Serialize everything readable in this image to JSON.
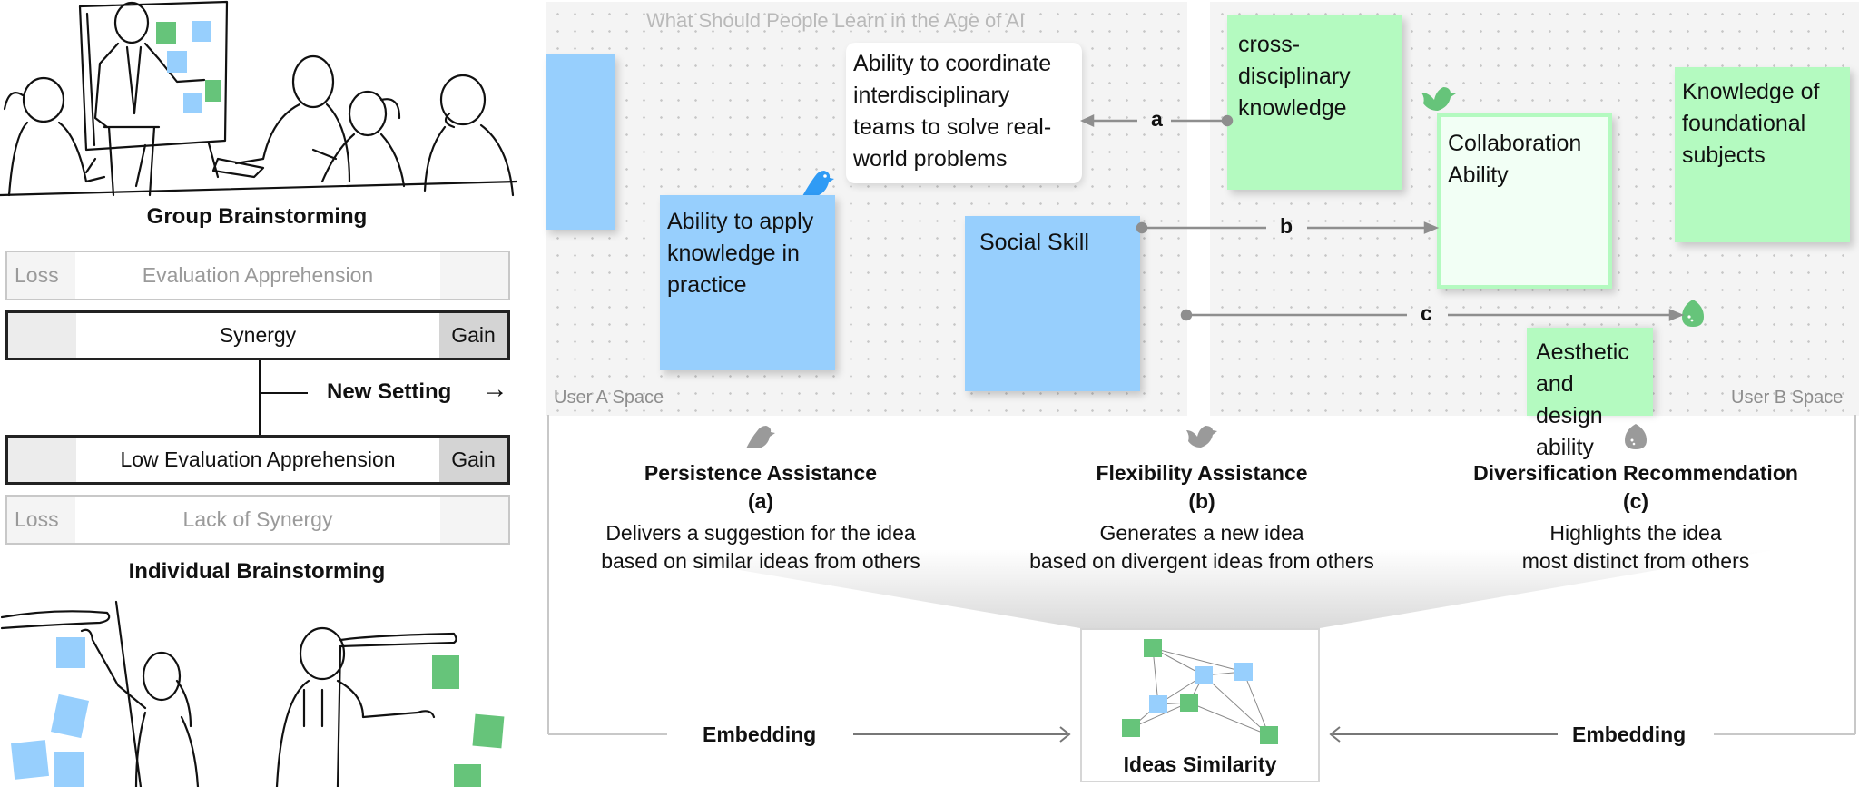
{
  "left_panel": {
    "group_title": "Group Brainstorming",
    "individual_title": "Individual Brainstorming",
    "new_setting": "New Setting",
    "arrow_glyph": "→",
    "bars": [
      {
        "left": "Loss",
        "middle": "Evaluation Apprehension",
        "right": "",
        "style": "faded"
      },
      {
        "left": "",
        "middle": "Synergy",
        "right": "Gain",
        "style": "strong"
      },
      {
        "left": "",
        "middle": "Low Evaluation Apprehension",
        "right": "Gain",
        "style": "strong"
      },
      {
        "left": "Loss",
        "middle": "Lack of Synergy",
        "right": "",
        "style": "faded"
      }
    ],
    "sticky_colors": {
      "blue": "#97cffd",
      "green": "#66c47a"
    }
  },
  "canvas": {
    "board_title": "What Should People Learn in the Age of AI",
    "user_a_label": "User A Space",
    "user_b_label": "User B Space",
    "notes": {
      "apply": "Ability to apply knowledge in practice",
      "coordinate": "Ability to coordinate interdisciplinary teams to solve real-world problems",
      "social": "Social Skill",
      "cross": "cross-disciplinary knowledge",
      "collab": "Collaboration Ability",
      "foundational": "Knowledge of foundational subjects",
      "aesthetic": "Aesthetic and design ability"
    },
    "connectors": {
      "a": "a",
      "b": "b",
      "c": "c"
    },
    "colors": {
      "user_a": "#97cffd",
      "user_b": "#b4fac0",
      "icon_blue": "#2f9bf5",
      "icon_green": "#66c47a"
    }
  },
  "features": [
    {
      "icon": "bird-perched-icon",
      "title": "Persistence Assistance",
      "tag": "(a)",
      "line1": "Delivers a suggestion for the idea",
      "line2": "based on similar ideas from others"
    },
    {
      "icon": "bird-flying-icon",
      "title": "Flexibility Assistance",
      "tag": "(b)",
      "line1": "Generates a new idea",
      "line2": "based on divergent ideas from others"
    },
    {
      "icon": "egg-icon",
      "title": "Diversification Recommendation",
      "tag": "(c)",
      "line1": "Highlights the idea",
      "line2": "most distinct from others"
    }
  ],
  "pipeline": {
    "embedding_left": "Embedding",
    "embedding_right": "Embedding",
    "similarity_title": "Ideas Similarity"
  }
}
